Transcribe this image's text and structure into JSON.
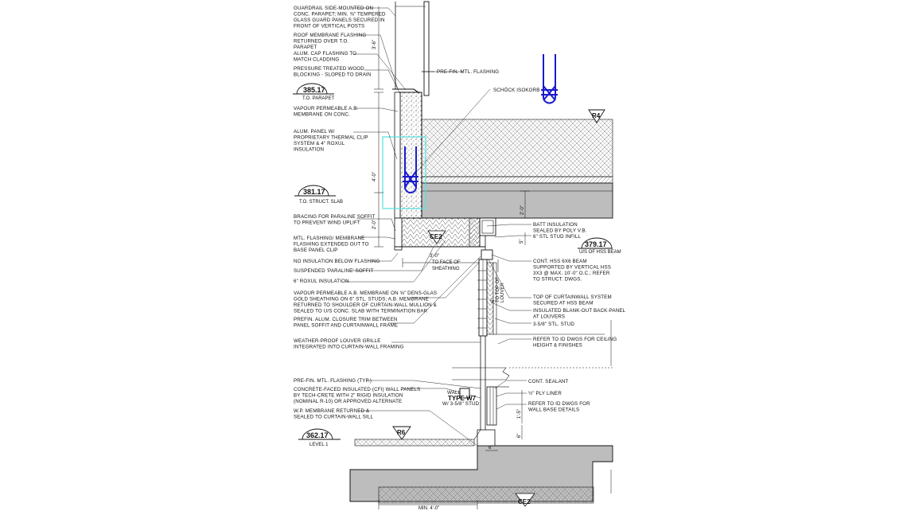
{
  "notes_left": [
    [
      "GUARDRAIL SIDE-MOUNTED ON",
      "CONC. PARAPET; MIN. ⅜\" TEMPERED",
      "GLASS GUARD PANELS SECURED IN",
      "FRONT OF VERTICAL POSTS"
    ],
    [
      "ROOF MEMBRANE FLASHING",
      "RETURNED OVER T.O.",
      "PARAPET"
    ],
    [
      "ALUM. CAP FLASHING TO",
      "MATCH CLADDING"
    ],
    [
      "PRESSURE TREATED WOOD",
      "BLOCKING - SLOPED TO DRAIN"
    ],
    [
      "VAPOUR PERMEABLE A.B.",
      "MEMBRANE ON CONC."
    ],
    [
      "ALUM. PANEL W/",
      "PROPRIETARY THERMAL CLIP",
      "SYSTEM & 4\" ROXUL",
      "INSULATION"
    ],
    [
      "BRACING FOR PARALINE SOFFIT",
      "TO PREVENT WIND UPLIFT"
    ],
    [
      "MTL. FLASHING/ MEMBRANE",
      "FLASHING EXTENDED OUT TO",
      "BASE PANEL CLIP"
    ],
    [
      "NO INSULATION BELOW FLASHING"
    ],
    [
      "SUSPENDED 'PARALINE' SOFFIT"
    ],
    [
      "6\" ROXUL INSULATION"
    ],
    [
      "VAPOUR PERMEABLE A.B. MEMBRANE ON ⅝\" DENS-GLAS",
      "GOLD SHEATHING ON 6\" STL. STUDS; A.B. MEMBRANE",
      "RETURNED TO SHOULDER OF CURTAIN-WALL MULLION &",
      "SEALED TO U/S CONC. SLAB WITH TERMINATION BAR"
    ],
    [
      "PREFIN. ALUM. CLOSURE TRIM BETWEEN",
      "PANEL SOFFIT AND CURTAINWALL FRAME"
    ],
    [
      "WEATHER-PROOF LOUVER GRILLE",
      "INTEGRATED INTO CURTAIN-WALL FRAMING"
    ],
    [
      "PRE-FIN. MTL. FLASHING (TYP.)"
    ],
    [
      "CONCRETE-FACED INSULATED (CFI) WALL PANELS",
      "BY TECH-CRETE WITH 2\" RIGID INSULATION",
      "(NOMINAL R-10) OR APPROVED ALTERNATE"
    ],
    [
      "W.P. MEMBRANE RETURNED &",
      "SEALED TO CURTAIN-WALL SILL"
    ]
  ],
  "notes_right": [
    [
      "PRE-FIN. MTL. FLASHING"
    ],
    [
      "SCHÖCK ISOKORB"
    ],
    [
      "BATT INSULATION",
      "SEALED BY POLY V.B."
    ],
    [
      "6\" STL STUD INFILL"
    ],
    [
      "CONT. HSS 6X6 BEAM",
      "SUPPORTED BY VERTICAL HSS",
      "3X3 @ MAX. 10'-0\" O.C.; REFER",
      "TO STRUCT. DWGS."
    ],
    [
      "TOP OF CURTAINWALL SYSTEM",
      "SECURED AT HSS BEAM"
    ],
    [
      "INSULATED BLANK-OUT BACK-PANEL",
      "AT LOUVERS"
    ],
    [
      "3-5/8\" STL. STUD"
    ],
    [
      "REFER TO ID DWGS FOR CEILING",
      "HEIGHT & FINISHES"
    ],
    [
      "CONT. SEALANT"
    ],
    [
      "½\" PLY LINER"
    ],
    [
      "REFER TO ID DWGS FOR",
      "WALL BASE DETAILS"
    ]
  ],
  "elevations": [
    {
      "value": "385.17",
      "label": "T.O. PARAPET"
    },
    {
      "value": "381.17",
      "label": "T.O. STRUCT. SLAB"
    },
    {
      "value": "379.17",
      "label": "U/S OF HSS BEAM"
    },
    {
      "value": "362.17",
      "label": "LEVEL 1"
    }
  ],
  "tags": {
    "r4": "R4",
    "r6": "R6",
    "ce2_upper": "CE2",
    "ce2_lower": "CE2",
    "wall_type": "WALL",
    "wall_type_name": "TYPE W7",
    "wall_type_sub": "W/ 3-5/8\" STUD"
  },
  "dimensions": {
    "parapet_top": "3'-6\"",
    "parapet_height": "4'-0\"",
    "soffit_drop": "2'-0\"",
    "slab_to_beam": "2'-0\"",
    "face_of_sheathing": [
      "3'-0\"",
      "TO FACE OF",
      "SHEATHING"
    ],
    "top_of_louver": [
      "6\"",
      "TO TOP OF",
      "LOUVER"
    ],
    "beam_gap": "5\"",
    "base_height": "1'-5\"",
    "sill_offset": "6\"",
    "curb": "6\"",
    "footing_width": "MIN. 4'-0\""
  },
  "colors": {
    "linework": "#111111",
    "highlight_cyan": "#55e0e0",
    "isokorb_blue": "#1a1acc",
    "concrete_fill": "#bdbdbd"
  }
}
